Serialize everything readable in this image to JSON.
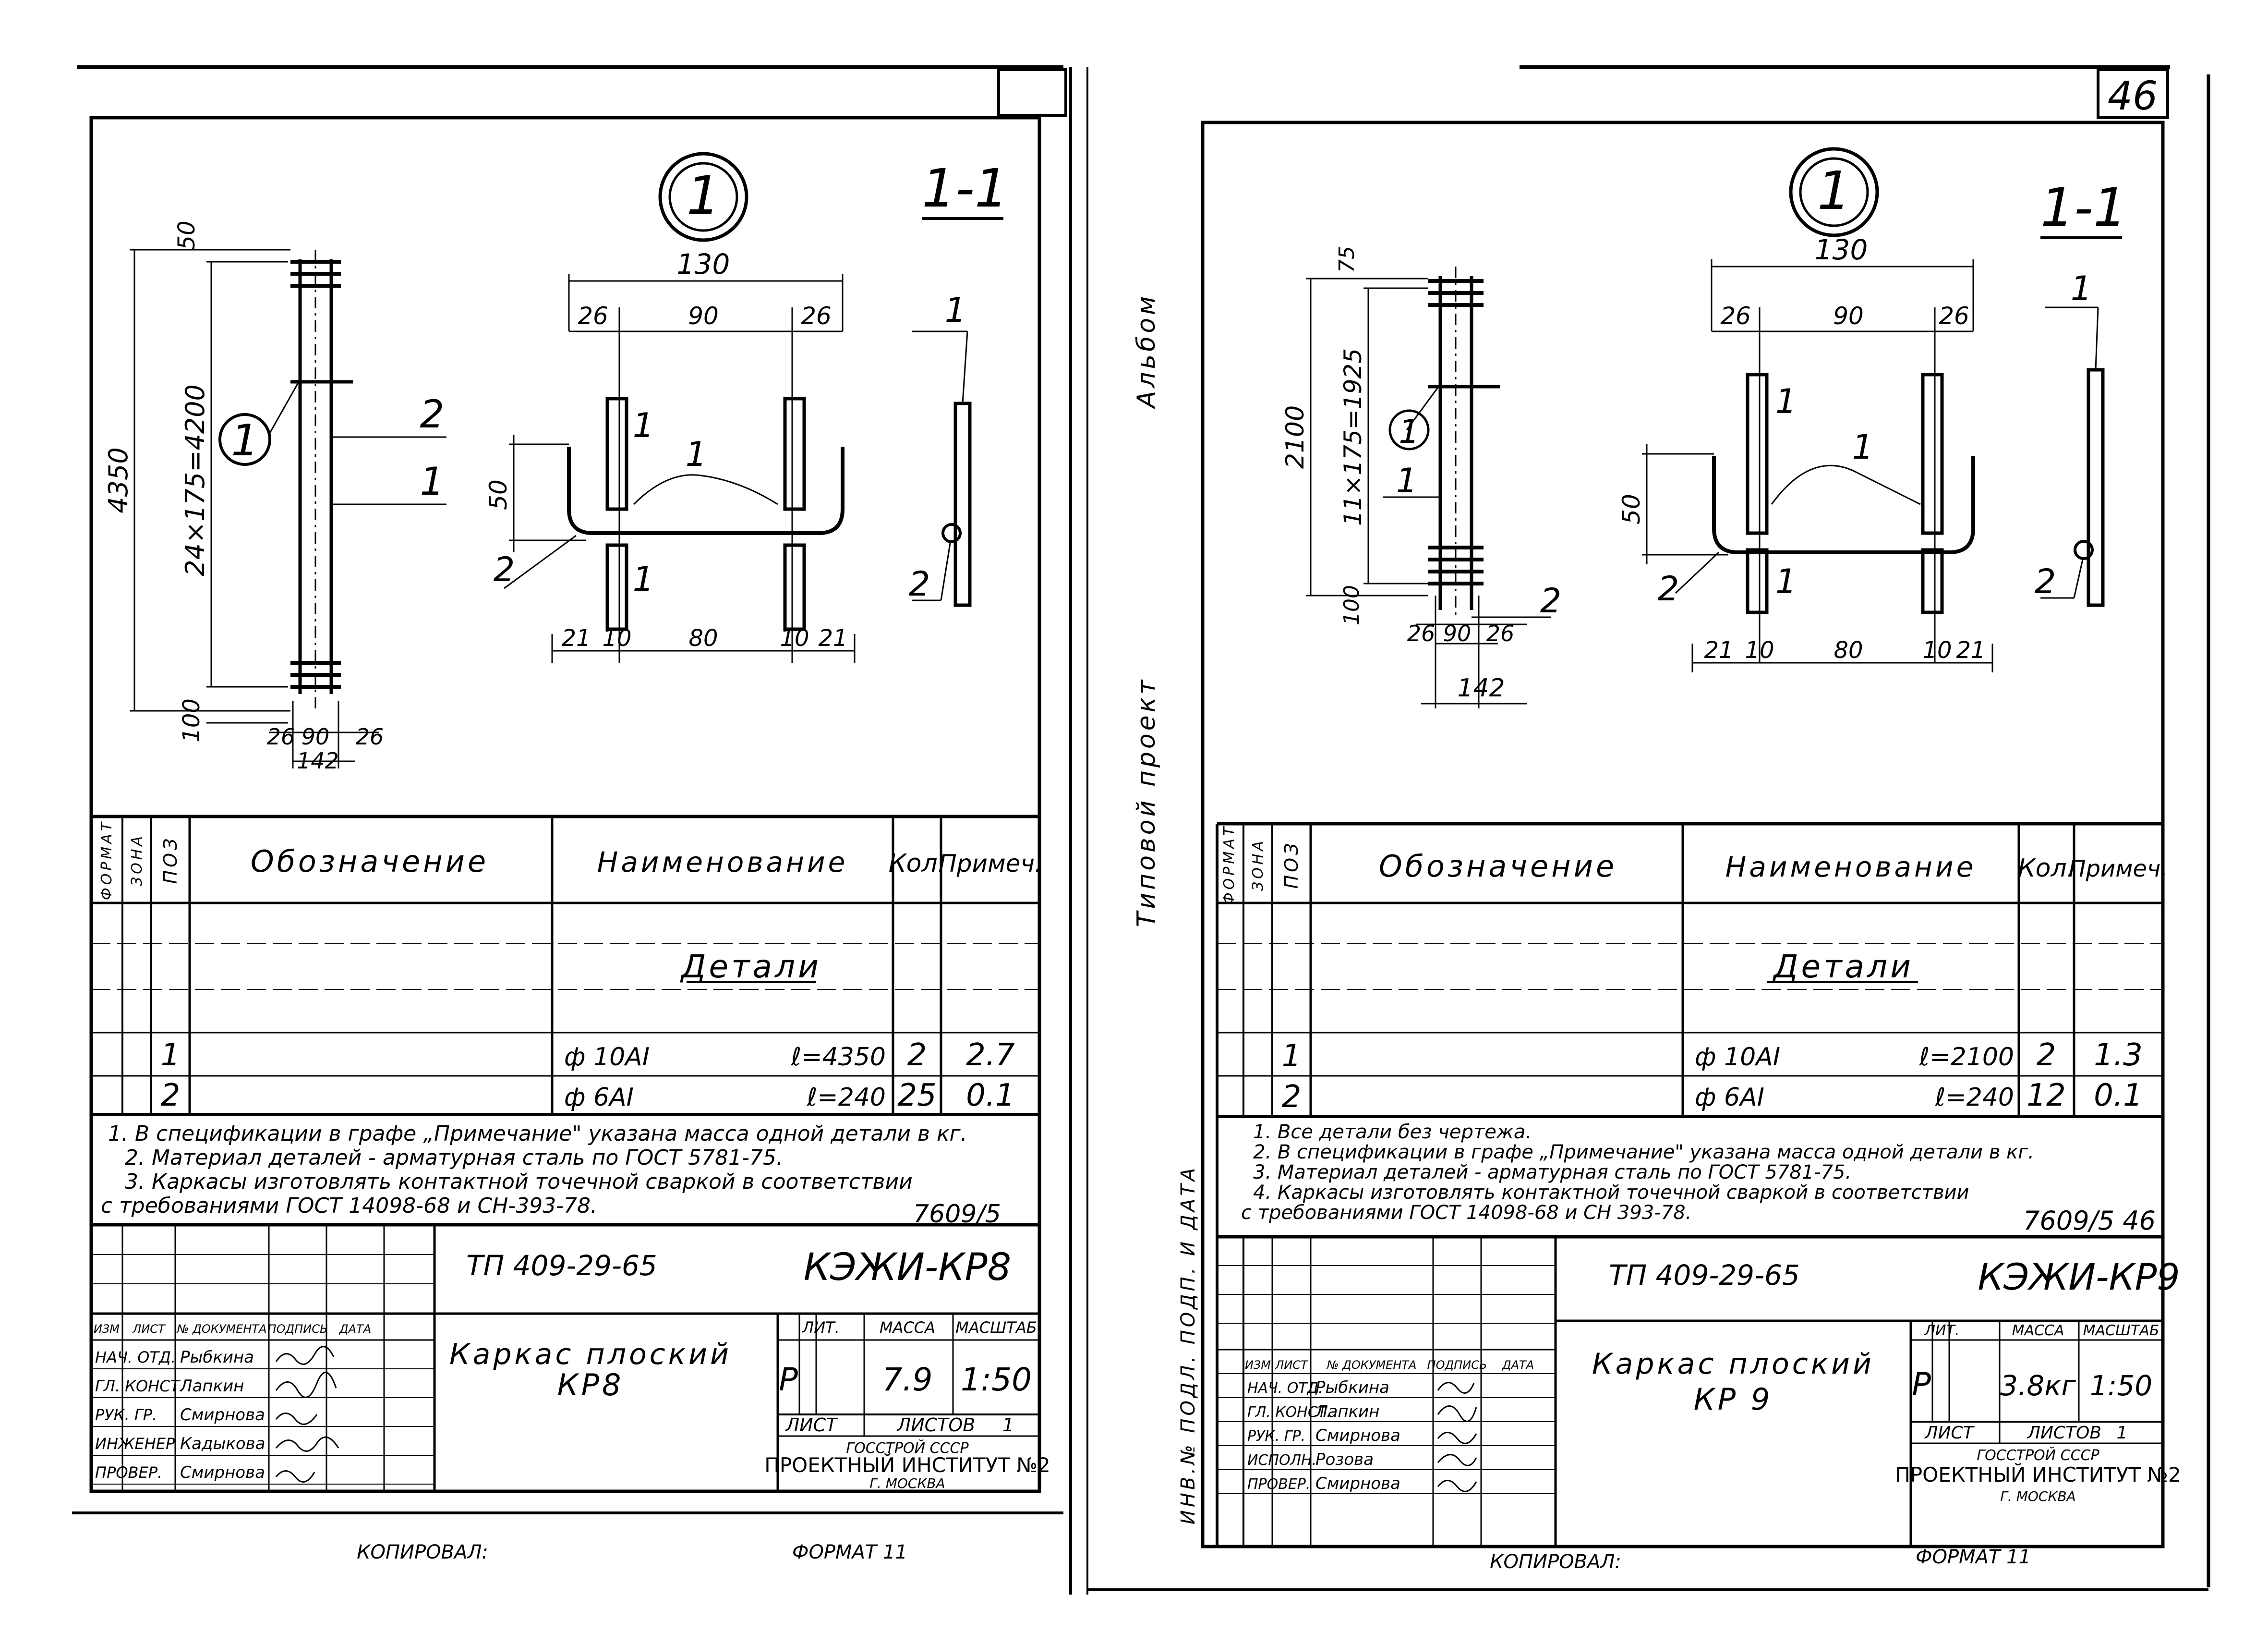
{
  "sheet_number": "46",
  "side_labels": {
    "album": "Альбом",
    "project": "Типовой проект",
    "signature_column": "ИНВ.№ ПОДЛ.  ПОДП. И ДАТА"
  },
  "footer": {
    "copied_by": "КОПИРОВАЛ:",
    "format": "ФОРМАТ 11"
  },
  "headers": {
    "fmt": "ФОРМАТ",
    "zone": "ЗОНА",
    "pos": "ПОЗ",
    "designation": "Обозначение",
    "name": "Наименование",
    "qty": "Кол.",
    "note": "Примеч."
  },
  "stamp_headers": {
    "izm": "ИЗМ",
    "list": "ЛИСТ",
    "doc_no": "№ ДОКУМЕНТА",
    "sign": "ПОДПИСЬ",
    "date": "ДАТА",
    "lit": "ЛИТ.",
    "mass": "МАССА",
    "scale": "МАСШТАБ",
    "sheet": "ЛИСТ",
    "sheets": "ЛИСТОВ",
    "org1": "ГОССТРОЙ СССР",
    "org2": "ПРОЕКТНЫЙ ИНСТИТУТ №2",
    "org3": "Г. МОСКВА"
  },
  "left": {
    "callout": "1",
    "section": "1-1",
    "dims": {
      "total": "4350",
      "spacing": "24×175=4200",
      "top": "50",
      "bottom": "100",
      "w26a": "26",
      "w90": "90",
      "w26b": "26",
      "w142": "142",
      "s130": "130",
      "s26a": "26",
      "s90": "90",
      "s26b": "26",
      "s50": "50",
      "b21a": "21",
      "b10a": "10",
      "b80": "80",
      "b10b": "10",
      "b21b": "21"
    },
    "marks": {
      "m1": "1",
      "m2": "2",
      "m1b": "1",
      "m2b": "2",
      "m1c": "1",
      "m2c": "2",
      "cut": "1"
    },
    "spec_section": "Детали",
    "rows": [
      {
        "pos": "1",
        "name": "ф 10АI",
        "length": "ℓ=4350",
        "qty": "2",
        "note": "2.7"
      },
      {
        "pos": "2",
        "name": "ф 6АI",
        "length": "ℓ=240",
        "qty": "25",
        "note": "0.1"
      }
    ],
    "notes": [
      "1. В спецификации в графе „Примечание\" указана масса одной детали в кг.",
      "2. Материал деталей - арматурная сталь по ГОСТ 5781-75.",
      "3. Каркасы изготовлять контактной точечной сваркой в соответствии",
      "с требованиями ГОСТ 14098-68 и СН-393-78."
    ],
    "inv": "7609/5",
    "doc_code": "ТП 409-29-65",
    "mark": "КЭЖИ-КР8",
    "title1": "Каркас плоский",
    "title2": "КР8",
    "lit": "Р",
    "mass": "7.9",
    "scale": "1:50",
    "sheet": "",
    "sheets": "1",
    "people": [
      {
        "role": "НАЧ. ОТД.",
        "name": "Рыбкина"
      },
      {
        "role": "ГЛ. КОНСТ.",
        "name": "Лапкин"
      },
      {
        "role": "РУК. ГР.",
        "name": "Смирнова"
      },
      {
        "role": "ИНЖЕНЕР",
        "name": "Кадыкова"
      },
      {
        "role": "ПРОВЕР.",
        "name": "Смирнова"
      }
    ]
  },
  "right": {
    "callout": "1",
    "section": "1-1",
    "dims": {
      "total": "2100",
      "spacing": "11×175=1925",
      "top": "75",
      "bottom": "100",
      "w26a": "26",
      "w90": "90",
      "w26b": "26",
      "w142": "142",
      "s130": "130",
      "s26a": "26",
      "s90": "90",
      "s26b": "26",
      "s50": "50",
      "b21a": "21",
      "b10a": "10",
      "b80": "80",
      "b10b": "10",
      "b21b": "21"
    },
    "marks": {
      "m1": "1",
      "m2": "2",
      "m1b": "1",
      "m2b": "2",
      "m1c": "1",
      "m2c": "2",
      "cut": "1"
    },
    "spec_section": "Детали",
    "rows": [
      {
        "pos": "1",
        "name": "ф 10АI",
        "length": "ℓ=2100",
        "qty": "2",
        "note": "1.3"
      },
      {
        "pos": "2",
        "name": "ф 6АI",
        "length": "ℓ=240",
        "qty": "12",
        "note": "0.1"
      }
    ],
    "notes": [
      "1. Все детали без чертежа.",
      "2. В спецификации в графе „Примечание\" указана масса одной детали в кг.",
      "3. Материал деталей - арматурная сталь по ГОСТ 5781-75.",
      "4. Каркасы изготовлять контактной точечной сваркой в соответствии",
      "с требованиями ГОСТ 14098-68 и СН 393-78."
    ],
    "inv": "7609/5 46",
    "doc_code": "ТП 409-29-65",
    "mark": "КЭЖИ-КР9",
    "title1": "Каркас плоский",
    "title2": "КР 9",
    "lit": "Р",
    "mass": "3.8кг",
    "scale": "1:50",
    "sheet": "",
    "sheets": "1",
    "people": [
      {
        "role": "НАЧ. ОТД.",
        "name": "Рыбкина"
      },
      {
        "role": "ГЛ. КОНСТ.",
        "name": "Лапкин"
      },
      {
        "role": "РУК. ГР.",
        "name": "Смирнова"
      },
      {
        "role": "ИСПОЛН.",
        "name": "Розова"
      },
      {
        "role": "ПРОВЕР.",
        "name": "Смирнова"
      }
    ]
  }
}
